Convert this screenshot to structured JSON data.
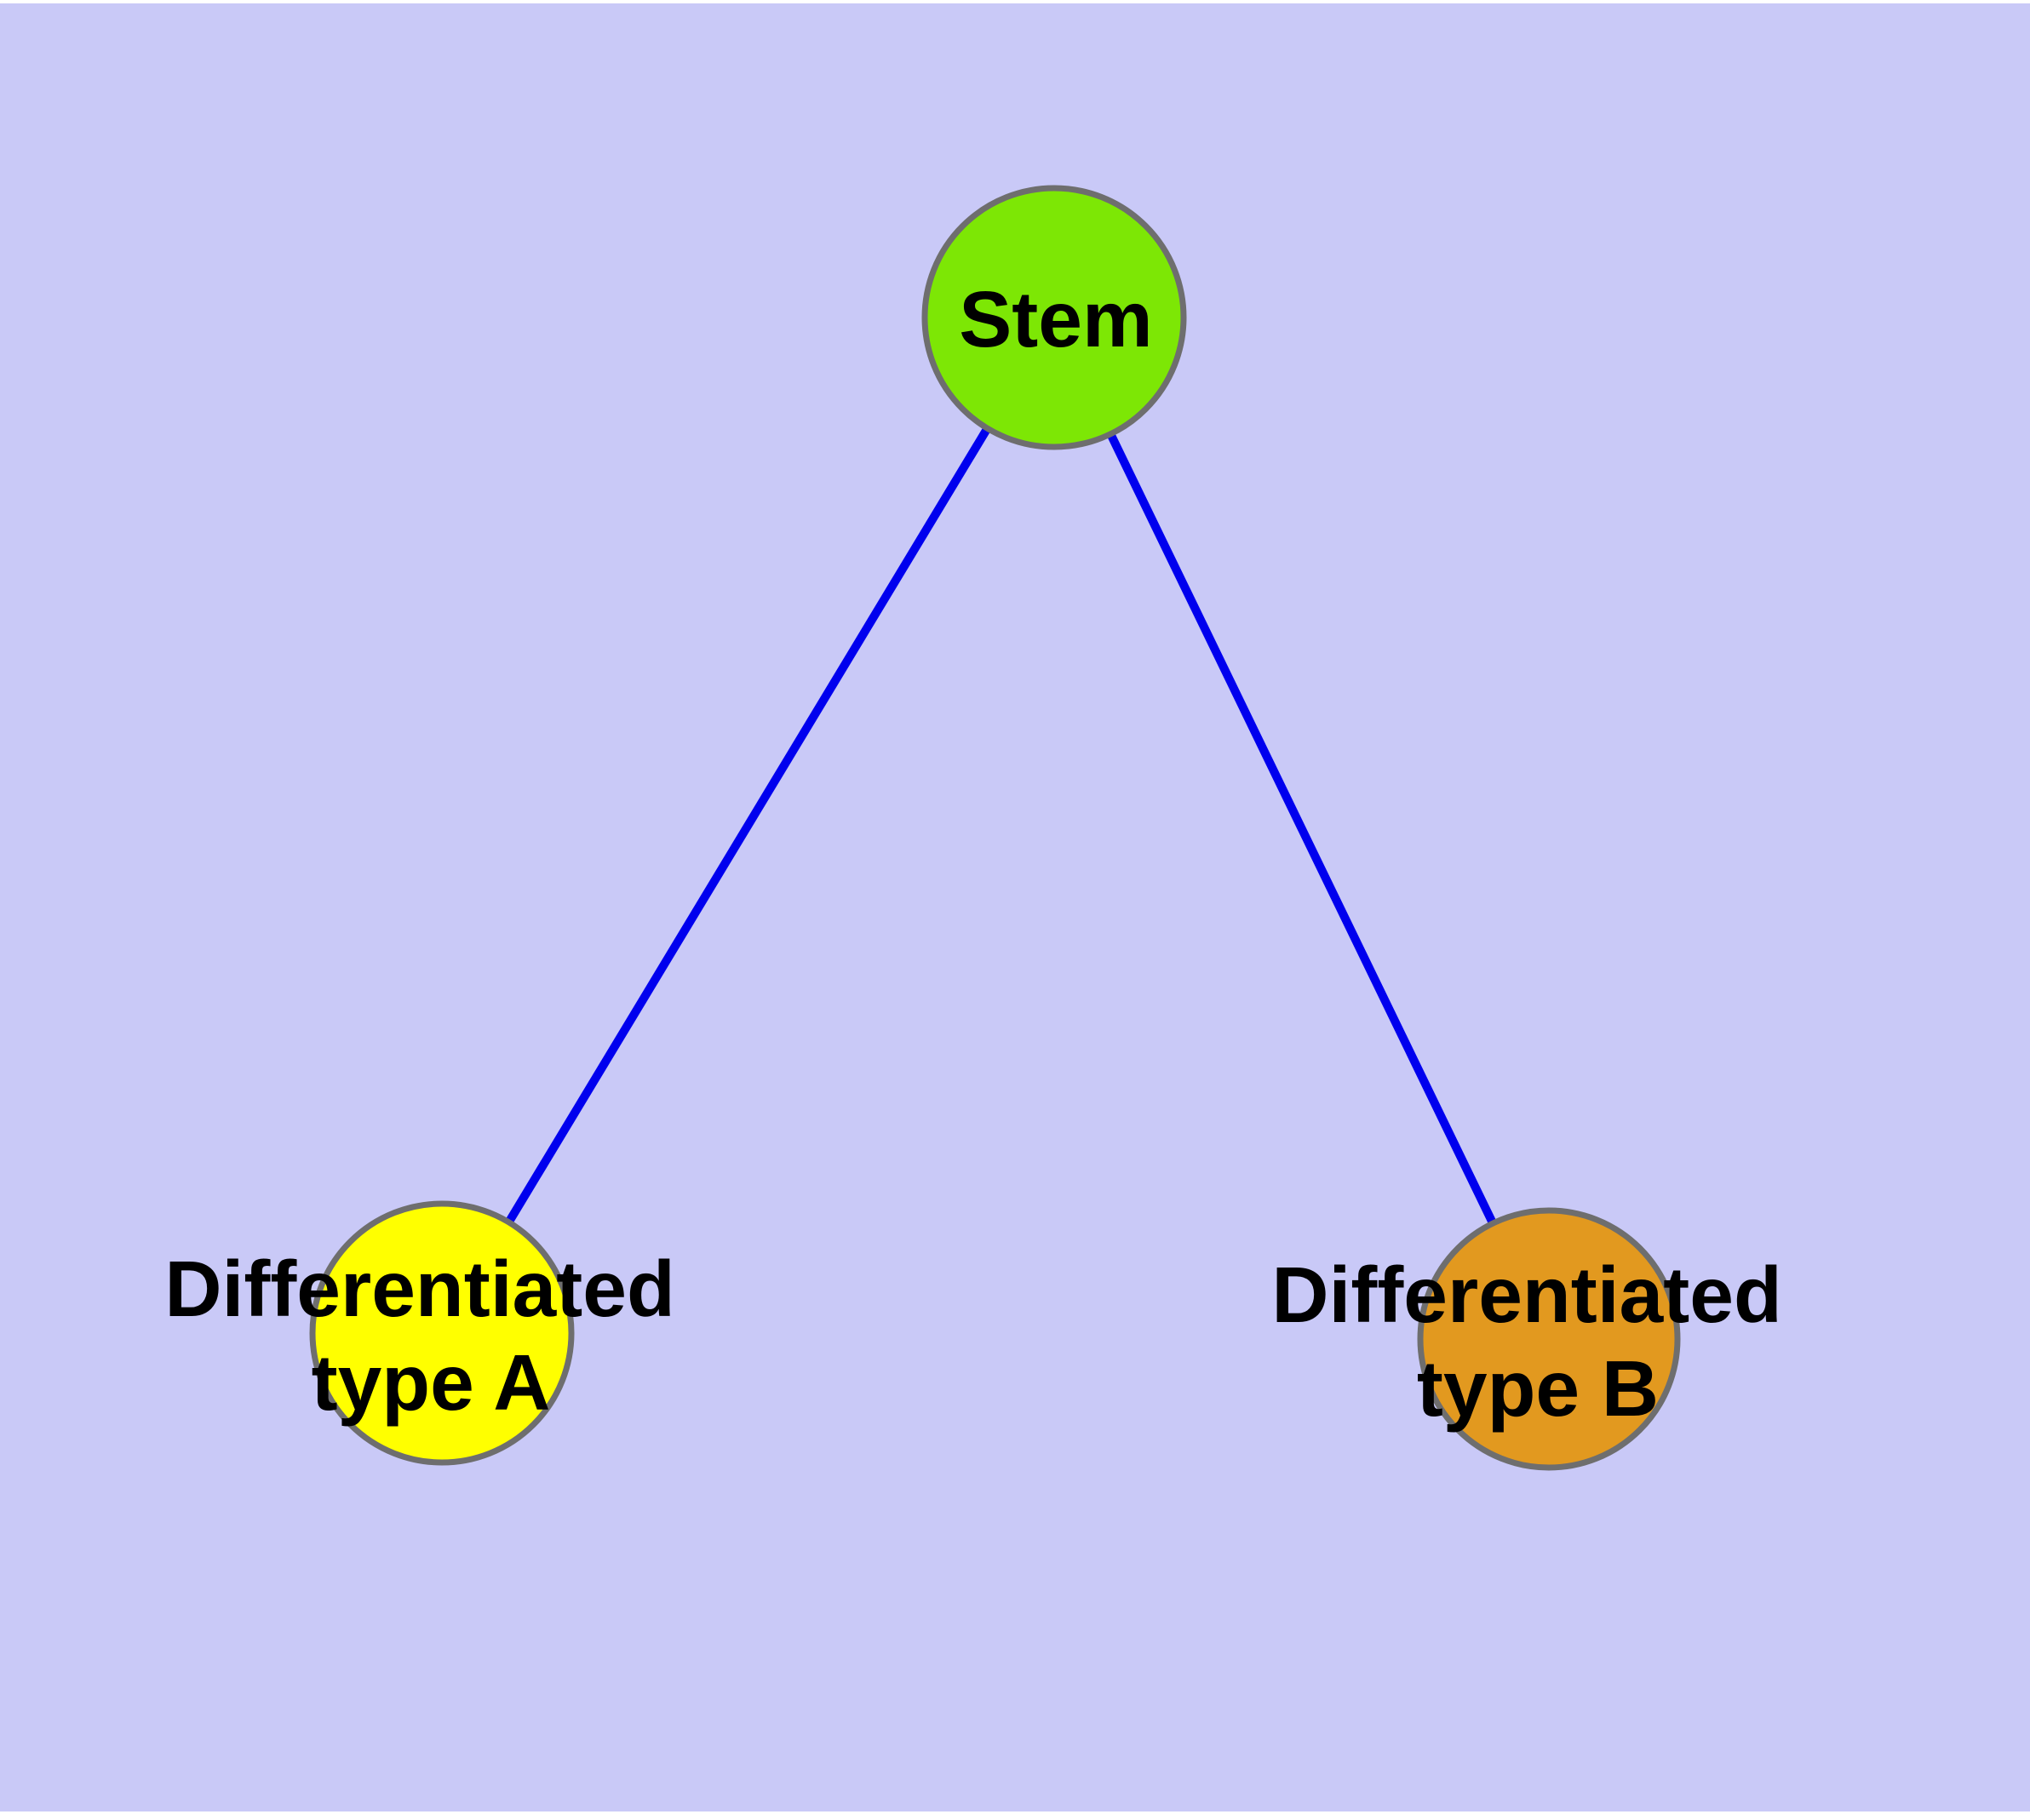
{
  "diagram": {
    "type": "graph",
    "description": "Stem cell differentiation diagram: one parent node connected to two differentiated child nodes"
  },
  "colors": {
    "page": "#ffffff",
    "background": "#c9c9f7",
    "edge": "#0000ee",
    "node_border": "#6e6e6e",
    "label_text": "#000000",
    "stem_fill": "#7de705",
    "type_a_fill": "#ffff00",
    "type_b_fill": "#e2991f"
  },
  "nodes": {
    "stem": {
      "label": "Stem"
    },
    "type_a": {
      "label_line1": "Differentiated",
      "label_line2": "type A"
    },
    "type_b": {
      "label_line1": "Differentiated",
      "label_line2": "type B"
    }
  },
  "edges": [
    {
      "from": "stem",
      "to": "type_a"
    },
    {
      "from": "stem",
      "to": "type_b"
    }
  ]
}
